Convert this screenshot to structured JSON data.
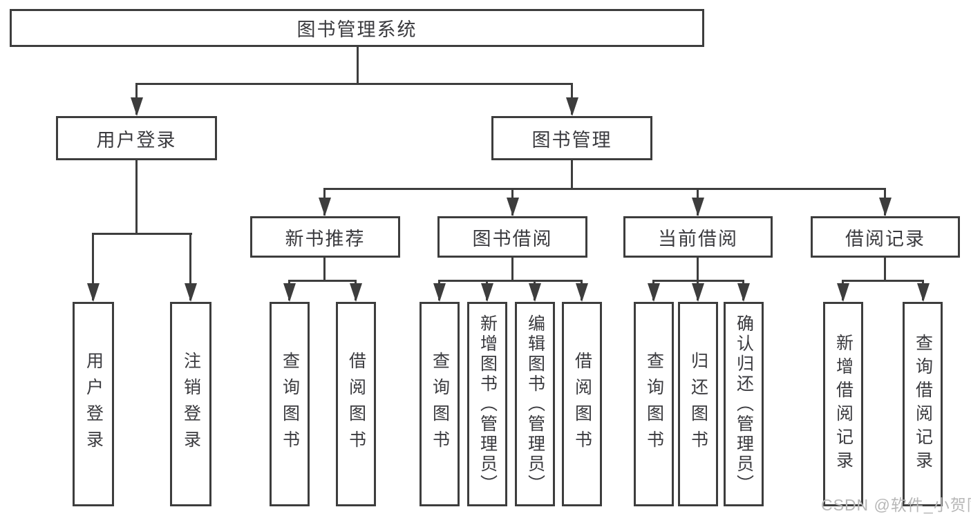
{
  "diagram": {
    "title": "图书管理系统",
    "root": {
      "label": "图书管理系统"
    },
    "level1": [
      {
        "label": "用户登录"
      },
      {
        "label": "图书管理"
      }
    ],
    "level2": [
      {
        "label": "新书推荐"
      },
      {
        "label": "图书借阅"
      },
      {
        "label": "当前借阅"
      },
      {
        "label": "借阅记录"
      }
    ],
    "leaves": {
      "user": [
        "用户登录",
        "注销登录"
      ],
      "recommend": [
        "查询图书",
        "借阅图书"
      ],
      "borrow": [
        "查询图书",
        "新增图书（管理员）",
        "编辑图书（管理员）",
        "借阅图书"
      ],
      "current": [
        "查询图书",
        "归还图书",
        "确认归还（管理员）"
      ],
      "records": [
        "新增借阅记录",
        "查询借阅记录"
      ]
    },
    "colors": {
      "line": "#3d3d3d",
      "text": "#3a3a3e",
      "watermark": "#b7b7b7",
      "background": "#ffffff"
    },
    "watermark": "CSDN @软件_小贺同学"
  }
}
